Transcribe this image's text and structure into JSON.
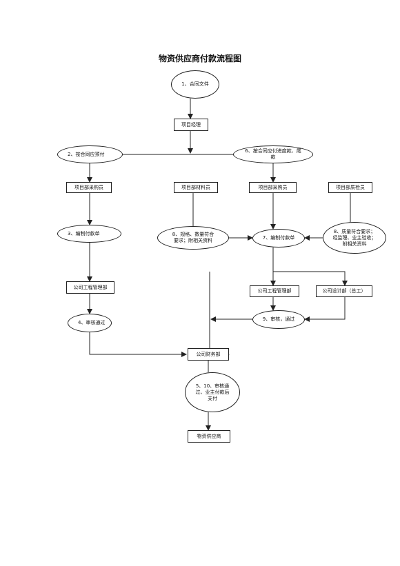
{
  "title": "物资供应商付款流程图",
  "nodes": {
    "n1": "1、合同文件",
    "pm": "项目经理",
    "n2": "2、按合同应预付",
    "n6": "6、按合同应付进度款、尾\n款",
    "buyer1": "项目部采购员",
    "material": "项目部材料员",
    "buyer2": "项目部采购员",
    "qc": "项目部质检员",
    "n3": "3、编制付款单",
    "n8a": "8、规格、数量符合\n要求；附相关资料",
    "n7": "7、编制付款单",
    "n8b": "8、质量符合要求；\n经监理、业主验收；\n附相关资料",
    "eng1": "公司工程管理部",
    "eng2": "公司工程管理部",
    "design": "公司设计部（总工）",
    "n4": "4、审核通过",
    "n9": "9、审核，通过",
    "finance": "公司财务部",
    "n10": "5、10、审核通\n过、业主付款后\n支付",
    "supplier": "物资供应商"
  }
}
